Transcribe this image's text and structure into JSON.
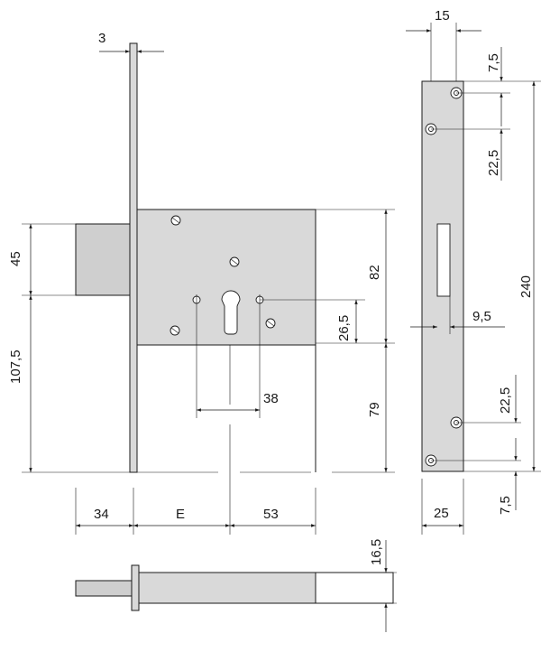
{
  "colors": {
    "body": "#d9d9d9",
    "bolt": "#cfcfcf",
    "line": "#1a1a1a",
    "background": "#ffffff"
  },
  "dimensions": {
    "faceplate_thickness": "3",
    "bolt_height": "45",
    "bolt_to_bottom": "107,5",
    "backset_34": "34",
    "backset_E": "E",
    "to_edge_53": "53",
    "body_upper_82": "82",
    "cylinder_26_5": "26,5",
    "lower_79": "79",
    "cylinder_38": "38",
    "strike_width_15": "15",
    "strike_hole_7_5_top": "7,5",
    "strike_hole_22_5_top": "22,5",
    "strike_length_240": "240",
    "strike_slot_9_5": "9,5",
    "strike_hole_22_5_bottom": "22,5",
    "strike_hole_7_5_bottom": "7,5",
    "strike_base_25": "25",
    "bolt_throw_16_5": "16,5"
  }
}
